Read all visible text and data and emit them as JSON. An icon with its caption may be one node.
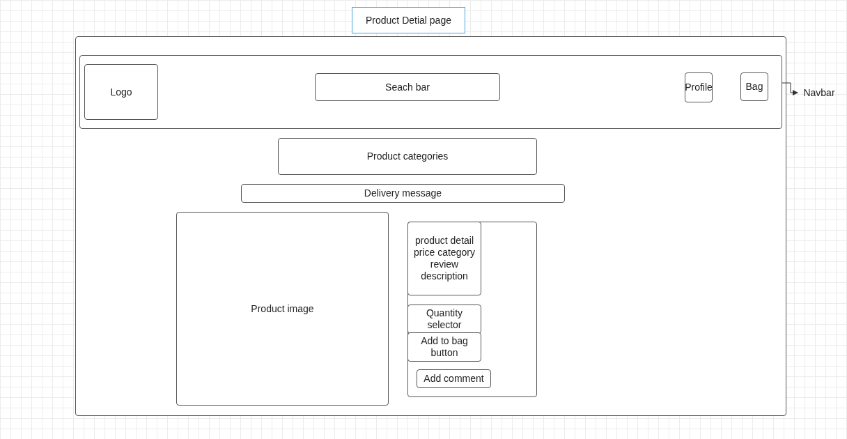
{
  "diagram": {
    "title": "Product Detial page",
    "nodes": [
      {
        "text": [],
        "shape": "box"
      },
      {
        "text": [],
        "shape": "box",
        "in": 0
      },
      {
        "text": [
          "Logo"
        ],
        "in": 1
      },
      {
        "text": [
          "Seach bar"
        ],
        "in": 1
      },
      {
        "text": [
          "Profile"
        ],
        "in": 1
      },
      {
        "text": [
          "Bag"
        ],
        "in": 1
      },
      {
        "text": [
          "Navbar"
        ]
      },
      {
        "text": [
          "Product categories"
        ],
        "in": 0
      },
      {
        "text": [
          "Delivery message"
        ],
        "in": 0
      },
      {
        "text": [
          "Product image"
        ],
        "in": 0
      },
      {
        "text": [],
        "shape": "box",
        "in": 0
      },
      {
        "text": [
          "product detail price category review description"
        ],
        "in": 10
      },
      {
        "text": [
          "Quantity selector"
        ],
        "in": 10
      },
      {
        "text": [
          "Add to bag button"
        ],
        "in": 10
      },
      {
        "text": [
          "Add comment"
        ],
        "in": 10
      }
    ],
    "edges": [
      {
        "from": 1,
        "to": 6,
        "arrow": "to"
      }
    ]
  }
}
